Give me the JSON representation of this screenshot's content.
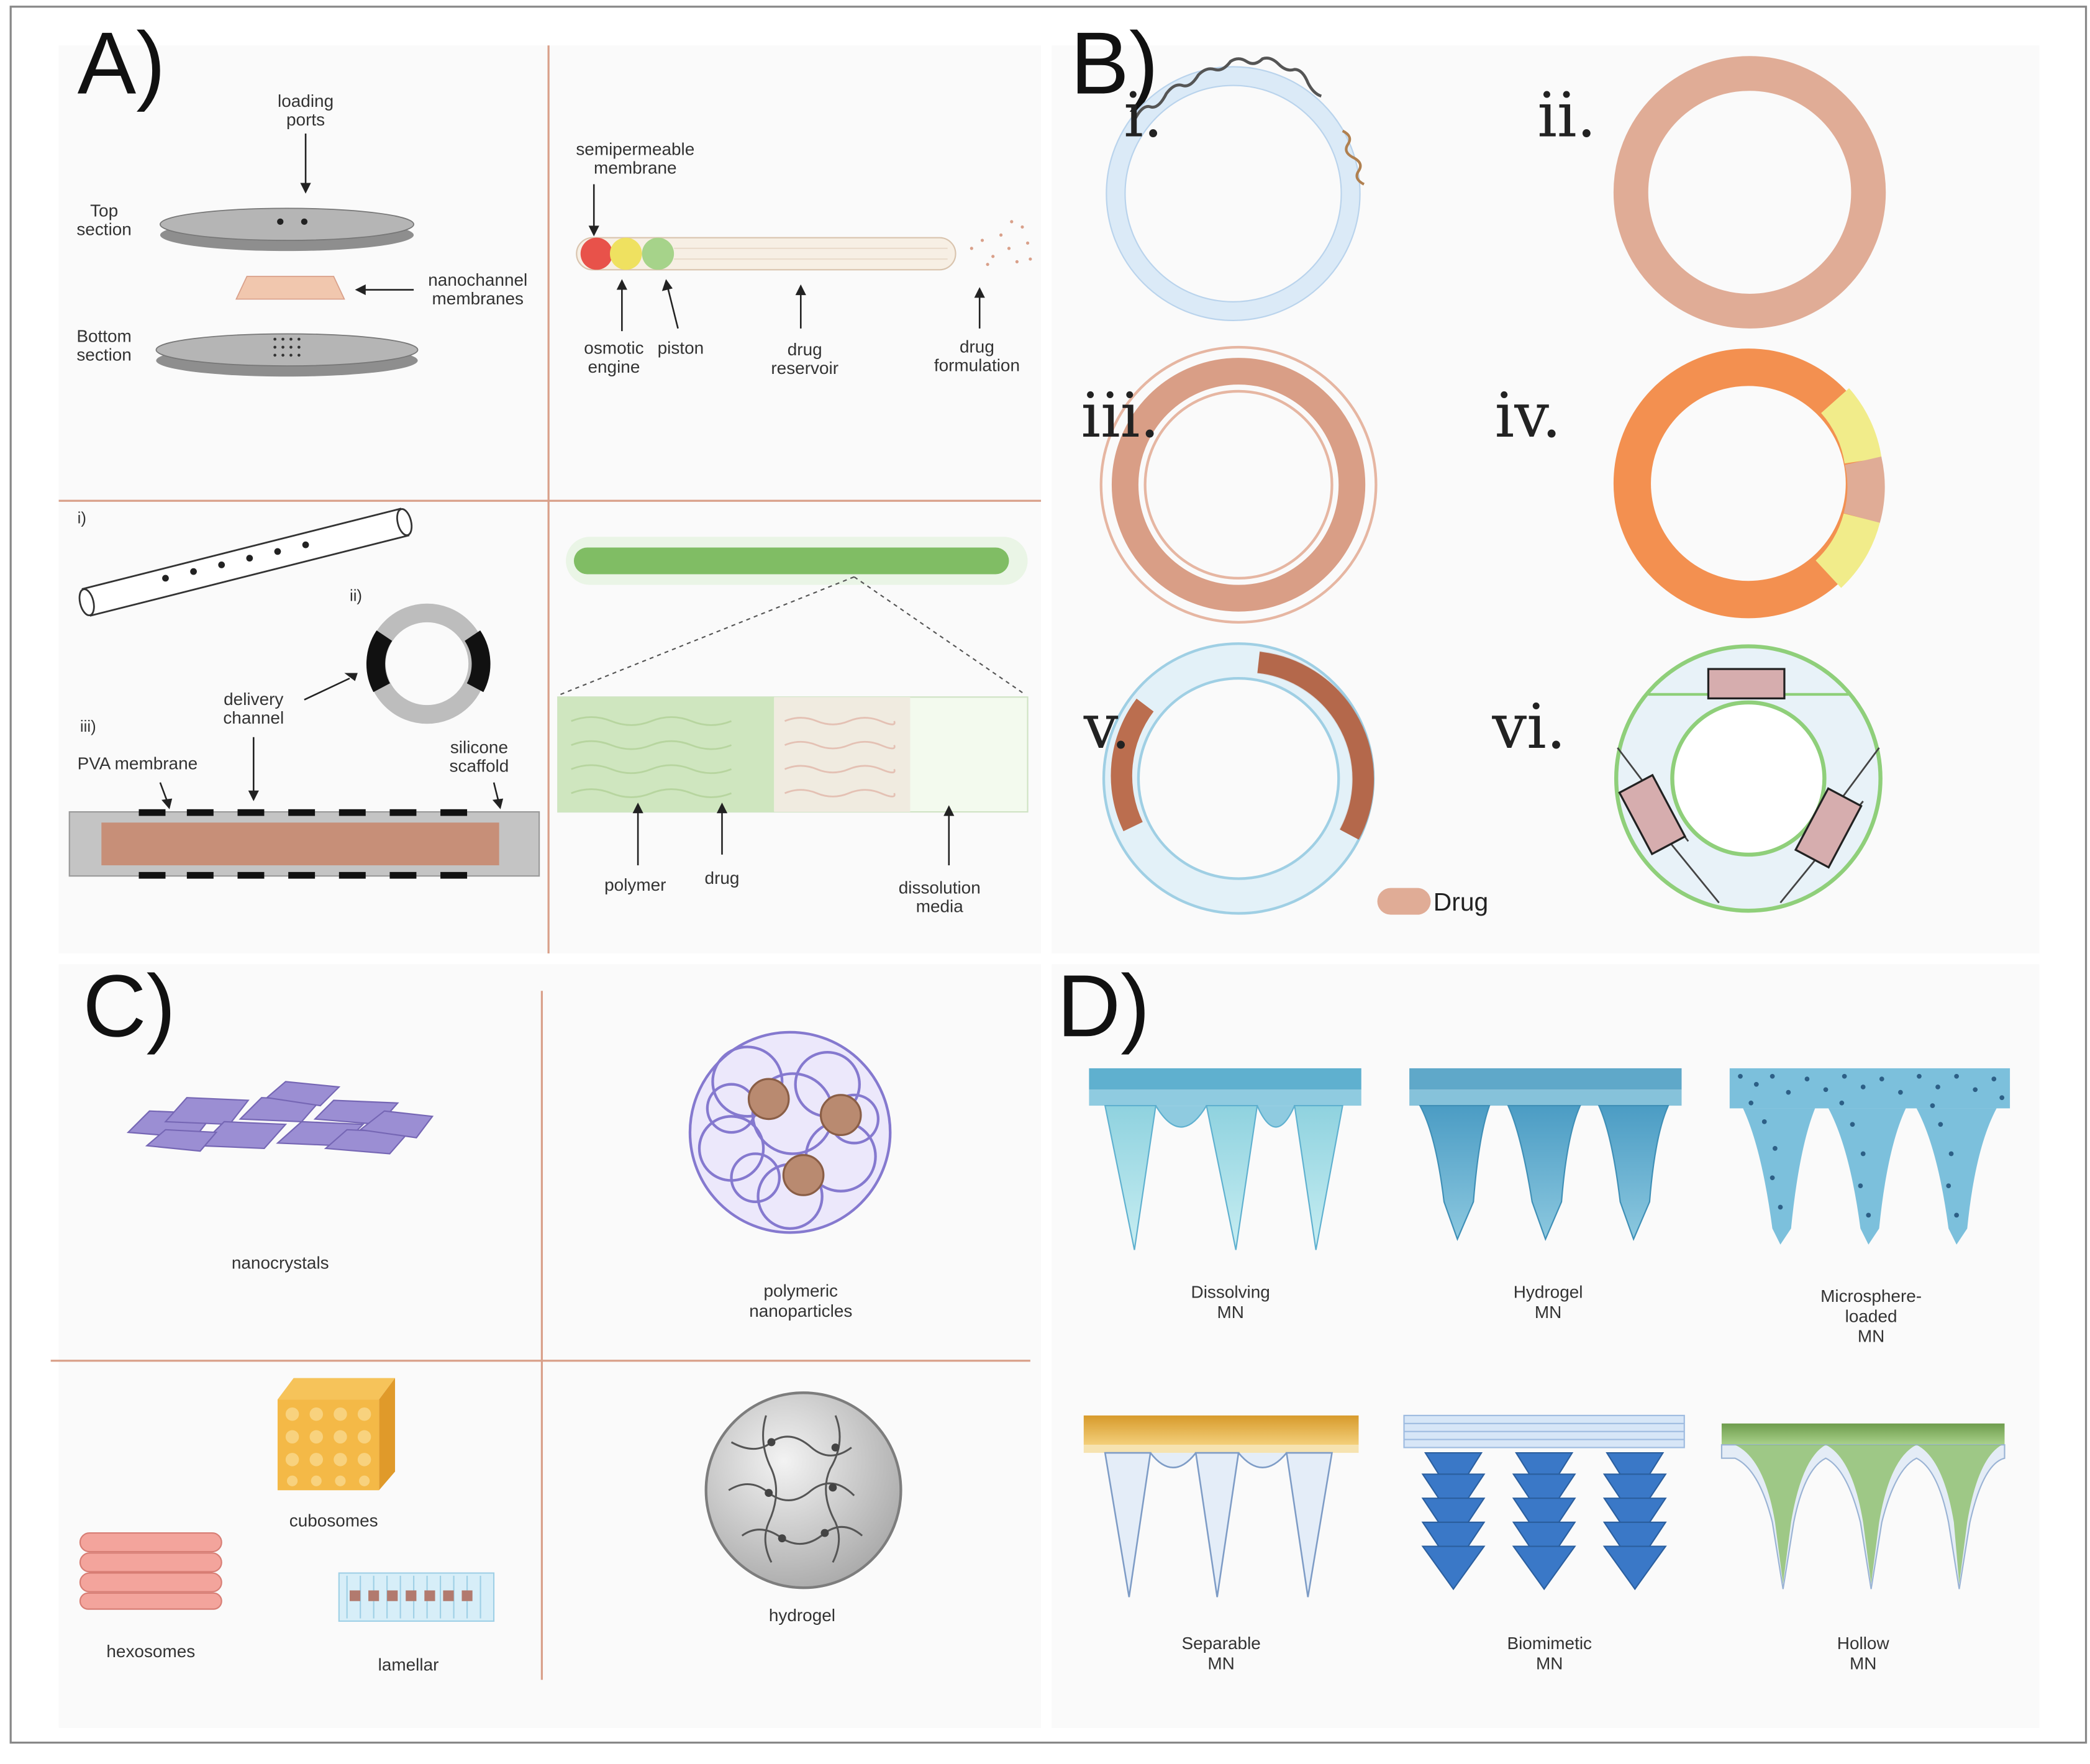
{
  "panelA": {
    "label": "A)",
    "loading_ports": [
      "loading",
      "ports"
    ],
    "top_section": [
      "Top",
      "section"
    ],
    "bottom_section": [
      "Bottom",
      "section"
    ],
    "nanochannel": [
      "nanochannel",
      "membranes"
    ],
    "semipermeable": [
      "semipermeable",
      "membrane"
    ],
    "osmotic": [
      "osmotic",
      "engine"
    ],
    "piston": "piston",
    "drug_reservoir": [
      "drug",
      "reservoir"
    ],
    "drug_formulation": [
      "drug",
      "formulation"
    ],
    "roman_i": "i)",
    "roman_ii": "ii)",
    "roman_iii": "iii)",
    "delivery_channel": [
      "delivery",
      "channel"
    ],
    "pva": "PVA membrane",
    "silicone": [
      "silicone",
      "scaffold"
    ],
    "polymer": "polymer",
    "drug": "drug",
    "dissolution": [
      "dissolution",
      "media"
    ]
  },
  "panelB": {
    "label": "B)",
    "rings": [
      "i.",
      "ii.",
      "iii.",
      "iv.",
      "v.",
      "vi."
    ],
    "legend": "Drug",
    "colors": {
      "drug": "#e0ac96",
      "orange": "#f39050",
      "yellow": "#f1ec8a",
      "brown": "#bb6e4f",
      "green": "#8fcf7a",
      "lightblue": "#c9e4f3"
    }
  },
  "panelC": {
    "label": "C)",
    "nanocrystals": "nanocrystals",
    "polymeric": [
      "polymeric",
      "nanoparticles"
    ],
    "cubosomes": "cubosomes",
    "hexosomes": "hexosomes",
    "lamellar": "lamellar",
    "hydrogel": "hydrogel"
  },
  "panelD": {
    "label": "D)",
    "dissolving": [
      "Dissolving",
      "MN"
    ],
    "hydrogel": [
      "Hydrogel",
      "MN"
    ],
    "microsphere": [
      "Microsphere-",
      "loaded",
      "MN"
    ],
    "separable": [
      "Separable",
      "MN"
    ],
    "biomimetic": [
      "Biomimetic",
      "MN"
    ],
    "hollow": [
      "Hollow",
      "MN"
    ]
  }
}
